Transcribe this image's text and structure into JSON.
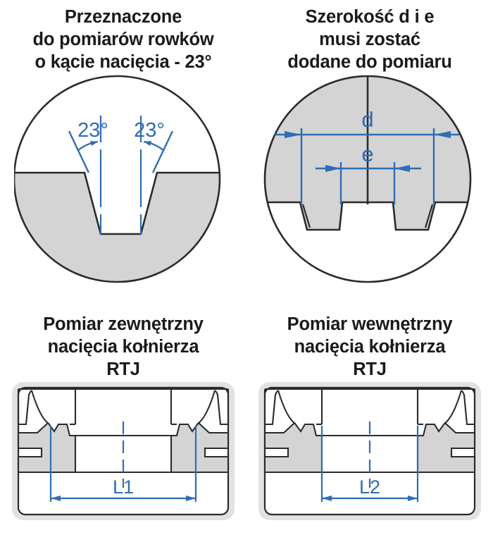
{
  "colors": {
    "blue": "#2f6db4",
    "outline": "#2b2b2b",
    "gray_fill": "#d4d4d4",
    "frame_gray": "#e2e2e2",
    "white": "#ffffff",
    "text": "#141414"
  },
  "panels": {
    "top_left": {
      "caption_lines": [
        "Przeznaczone",
        "do pomiarów rowków",
        "o kącie nacięcia - 23°"
      ],
      "figure_name": "groove-angle-circle-diagram",
      "annotations": {
        "angle_left": "23°",
        "angle_right": "23°"
      }
    },
    "top_right": {
      "caption_lines": [
        "Szerokość d i e",
        "musi zostać",
        "dodane do pomiaru"
      ],
      "figure_name": "gauge-width-circle-diagram",
      "annotations": {
        "outer_width": "d",
        "inner_width": "e"
      }
    },
    "bottom_left": {
      "caption_lines": [
        "Pomiar zewnętrzny",
        "nacięcia kołnierza",
        "RTJ"
      ],
      "figure_name": "external-rtj-measurement-diagram",
      "annotations": {
        "dimension": "L1"
      }
    },
    "bottom_right": {
      "caption_lines": [
        "Pomiar wewnętrzny",
        "nacięcia kołnierza",
        "RTJ"
      ],
      "figure_name": "internal-rtj-measurement-diagram",
      "annotations": {
        "dimension": "L2"
      }
    }
  }
}
